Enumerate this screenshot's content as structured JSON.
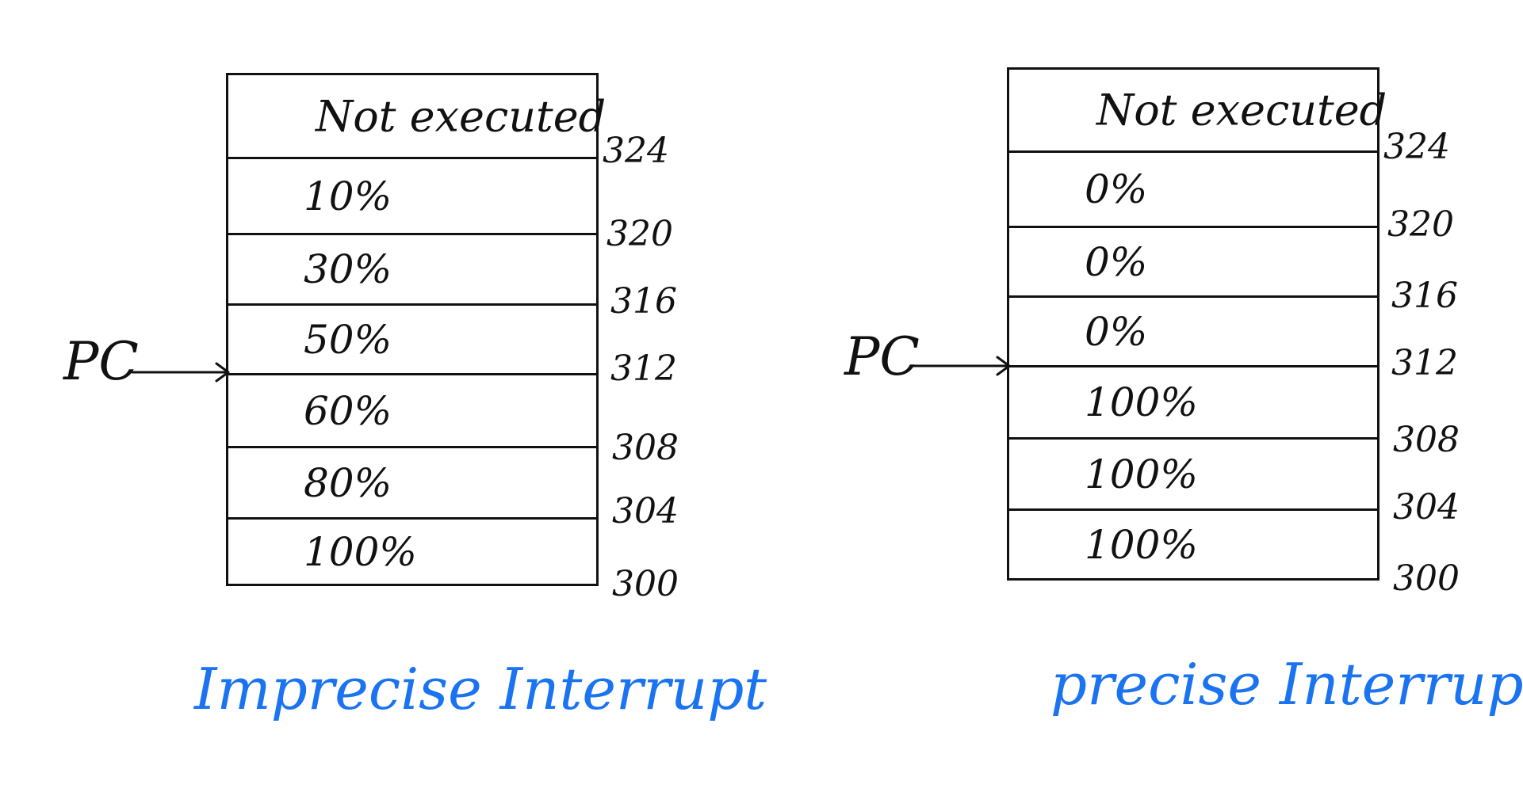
{
  "colors": {
    "ink": "#111111",
    "caption": "#1a73f0"
  },
  "left": {
    "caption": "Imprecise Interrupt",
    "pc_label": "PC",
    "cells": [
      "Not executed",
      "10%",
      "30%",
      "50%",
      "60%",
      "80%",
      "100%"
    ],
    "addresses": [
      "324",
      "320",
      "316",
      "312",
      "308",
      "304",
      "300"
    ]
  },
  "right": {
    "caption": "precise Interrupt",
    "pc_label": "PC",
    "cells": [
      "Not executed",
      "0%",
      "0%",
      "0%",
      "100%",
      "100%",
      "100%"
    ],
    "addresses": [
      "324",
      "320",
      "316",
      "312",
      "308",
      "304",
      "300"
    ]
  }
}
